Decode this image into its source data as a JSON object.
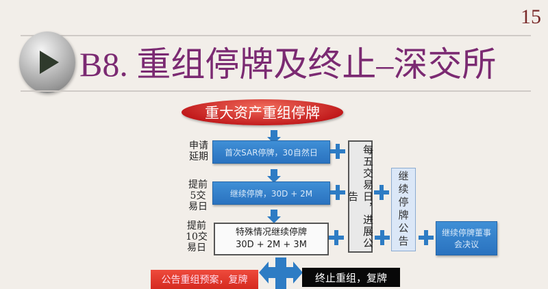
{
  "slide": {
    "page_number": "15",
    "title": "B8. 重组停牌及终止–深交所",
    "icon": "play-icon"
  },
  "flow": {
    "start": "重大资产重组停牌",
    "steps": [
      {
        "label": "申请延期",
        "box": "首次SAR停牌，30自然日"
      },
      {
        "label": "提前5交易日",
        "box": "继续停牌，30D + 2M"
      },
      {
        "label": "提前10交易日",
        "box_line1": "特殊情况继续停牌",
        "box_line2": "30D + 2M + 3M"
      }
    ],
    "progress_notice": "每五交易日，进展公告",
    "continue_notice": "继续停牌公告",
    "board_resolution": "继续停牌董事会决议",
    "outcome_resume": "公告重组预案，复牌",
    "outcome_terminate": "终止重组，复牌"
  },
  "colors": {
    "title": "#7b2a72",
    "accent_blue": "#2e7cc4",
    "red": "#c0181a"
  }
}
